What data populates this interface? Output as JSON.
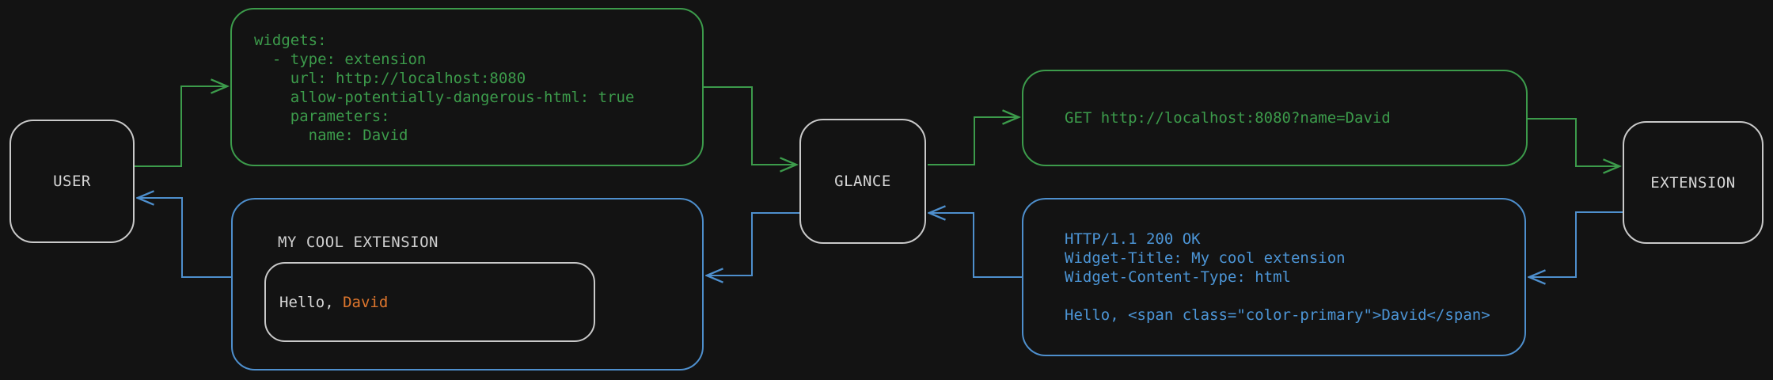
{
  "diagram": {
    "background_color": "#131313",
    "colors": {
      "green": "#3c9b4b",
      "blue": "#4e8fcd",
      "orange": "#de762d",
      "node_border": "#c9c9c9",
      "light_text": "#d6d6d6"
    },
    "nodes": {
      "user": {
        "label": "USER"
      },
      "glance": {
        "label": "GLANCE"
      },
      "extension": {
        "label": "EXTENSION"
      }
    },
    "config_box": {
      "text": "widgets:\n  - type: extension\n    url: http://localhost:8080\n    allow-potentially-dangerous-html: true\n    parameters:\n      name: David"
    },
    "request_box": {
      "text": "GET http://localhost:8080?name=David"
    },
    "response_box": {
      "text": "HTTP/1.1 200 OK\nWidget-Title: My cool extension\nWidget-Content-Type: html\n\nHello, <span class=\"color-primary\">David</span>"
    },
    "widget_box": {
      "title": "MY COOL EXTENSION",
      "greeting_prefix": "Hello, ",
      "greeting_name": "David"
    },
    "connectors": {
      "user_to_config": "user-to-config-arrow",
      "config_to_glance": "config-to-glance-arrow",
      "glance_to_request": "glance-to-request-arrow",
      "request_to_extension": "request-to-extension-arrow",
      "extension_to_response": "extension-to-response-arrow",
      "response_to_glance": "response-to-glance-arrow",
      "glance_to_widget": "glance-to-widget-arrow",
      "widget_to_user": "widget-to-user-arrow"
    }
  }
}
